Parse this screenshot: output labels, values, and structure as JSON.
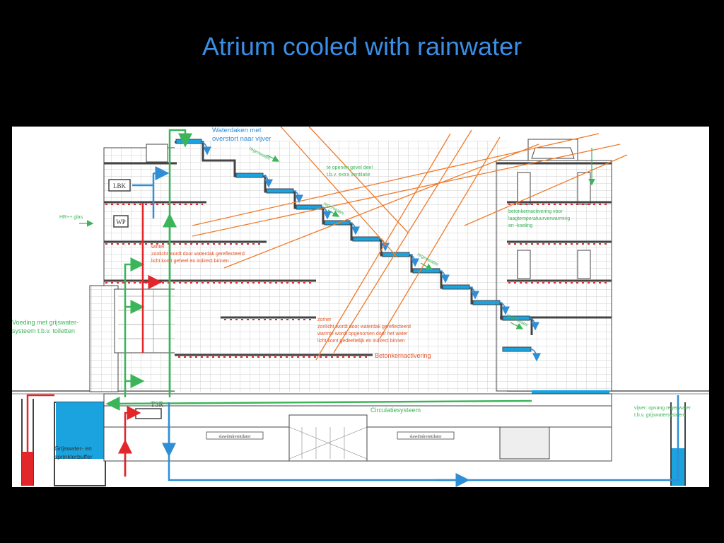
{
  "title": "Atrium cooled with rainwater",
  "diagram": {
    "labels": {
      "waterdaken_1": "Waterdaken met",
      "waterdaken_2": "overstort naar vijver",
      "regenwater": "regenwater",
      "open_gevel_1": "te openen gevel deel",
      "open_gevel_2": "t.b.v. extra ventilatie",
      "hr_glas": "HR++ glas",
      "beton_act_1": "betonkernactivering voor",
      "beton_act_2": "laagtemperatuurverwarming",
      "beton_act_3": "en -koeling",
      "winter_1": "winter",
      "winter_2": "zonlicht wordt door waterdak gereflecteerd",
      "winter_3": "licht komt geheel en indirect binnen",
      "zomer_1": "zomer",
      "zomer_2": "zonlicht wordt door waterdak gereflecteerd",
      "zomer_3": "warmte wordt opgenomen door het water",
      "zomer_4": "licht komt gedeeltelijk en indirect binnen",
      "betonkernactivering": "Betonkernactivering",
      "voeding_1": "Voeding met grijswater-",
      "voeding_2": "systeem t.b.v. toiletten",
      "circulatie": "Circulatiesysteem",
      "vijver_1": "vijver: opvang regenwater",
      "vijver_2": "t.b.v. grijswatersysteem",
      "grijswater_1": "Grijswater- en",
      "grijswater_2": "sprinklerbuffer",
      "lbk": "LBK",
      "wp": "WP",
      "tsr": "TSR",
      "ventilator": "slawdrukventilator"
    },
    "colors": {
      "green": "#3cb55a",
      "blue": "#2f8ed6",
      "red": "#e2262a",
      "orange": "#f07a2a",
      "water": "#1aa3df",
      "line": "#444444"
    }
  }
}
